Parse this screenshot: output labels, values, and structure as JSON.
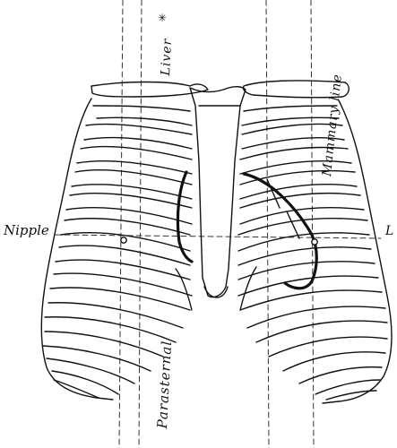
{
  "labels": {
    "nipple": "Nipple",
    "l": "L",
    "parasternal": "Parasternal",
    "liver": "Liver",
    "mammary_line": "Mammary line"
  },
  "colors": {
    "ink": "#111111",
    "guide": "#333333",
    "background": "#ffffff"
  }
}
